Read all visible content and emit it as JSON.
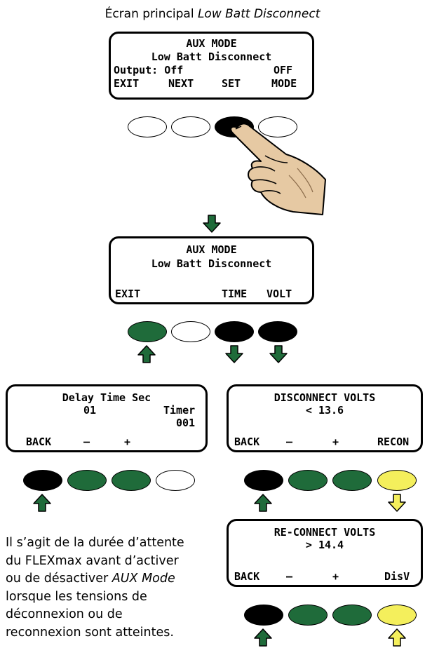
{
  "title": {
    "prefix": "Écran principal ",
    "italic": "Low Batt Disconnect"
  },
  "screen1": {
    "line1": "AUX MODE",
    "line2": "Low Batt Disconnect",
    "line3_left": "Output: Off",
    "line3_right": "OFF",
    "softkeys": [
      "EXIT",
      "NEXT",
      "SET",
      "MODE"
    ]
  },
  "screen2": {
    "line1": "AUX MODE",
    "line2": "Low Batt Disconnect",
    "softkeys": [
      "EXIT",
      "TIME",
      "VOLT"
    ]
  },
  "screen3": {
    "line1": "Delay Time Sec",
    "value": "01",
    "timer_label": "Timer",
    "timer_value": "001",
    "softkeys": [
      "BACK",
      "–",
      "+"
    ]
  },
  "screen4": {
    "line1": "DISCONNECT VOLTS",
    "line2": "< 13.6",
    "softkeys": [
      "BACK",
      "–",
      "+",
      "RECON"
    ]
  },
  "screen5": {
    "line1": "RE-CONNECT VOLTS",
    "line2": "> 14.4",
    "softkeys": [
      "BACK",
      "–",
      "+",
      "DisV"
    ]
  },
  "paragraph": {
    "l1": "Il s’agit de la durée d’attente",
    "l2": "du FLEXmax avant d’activer",
    "l3_pre": "ou de désactiver ",
    "l3_italic": "AUX Mode",
    "l4": "lorsque les tensions de",
    "l5": "déconnexion ou de",
    "l6": "reconnexion sont atteintes."
  },
  "colors": {
    "green": "#1f6b3a",
    "black": "#000000",
    "yellow": "#f4ef5c",
    "white": "#ffffff"
  },
  "icons": [
    "hand-pointer-icon",
    "arrow-down-icon",
    "arrow-up-icon"
  ]
}
